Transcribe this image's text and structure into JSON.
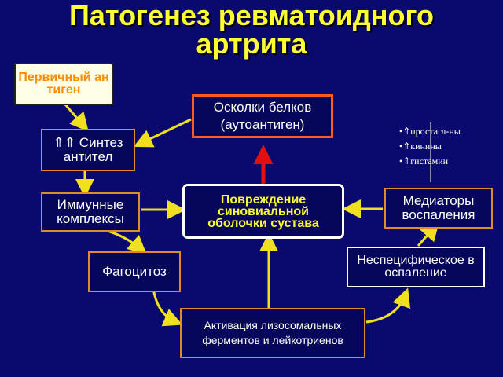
{
  "title": {
    "line1": "Патогенез ревматоидного",
    "line2": "артрита"
  },
  "nodes": {
    "primary_antigen": "Первичный антиген",
    "synthesis": "⇑⇑ Синтез антител",
    "immune_complexes": "Иммунные комплексы",
    "phagocytosis": "Фагоцитоз",
    "protein_fragments": "Осколки белков (аутоантиген)",
    "synovial_damage": "Повреждение синовиальной оболочки сустава",
    "lysosomal_activation": "Активация лизосомальных ферментов и лейкотриенов",
    "nonspecific_inflammation": "Неспецифическое воспаление",
    "mediators": "Медиаторы воспаления"
  },
  "mediator_list": [
    "•⇑простагл-ны",
    "•⇑кинины",
    "•⇑гистамин"
  ],
  "colors": {
    "background": "#0a0a6e",
    "title": "#ffff33",
    "box_border": "#e08a2a",
    "center_border": "#ffffff",
    "arrow": "#f0e020",
    "damage_arrow": "#e01010",
    "orange_text": "#ff8c00",
    "center_text": "#ffff33"
  }
}
